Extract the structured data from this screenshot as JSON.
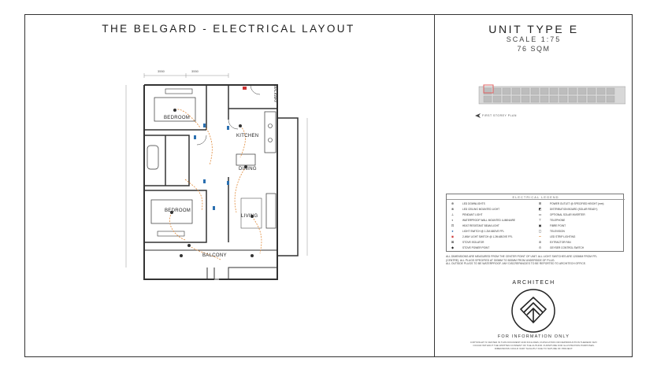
{
  "header": {
    "title": "THE BELGARD - ELECTRICAL LAYOUT",
    "unit_type": "UNIT TYPE E",
    "scale": "SCALE 1:75",
    "area": "76 SQM"
  },
  "key_plan": {
    "caption": "FIRST STOREY PLAN"
  },
  "rooms": {
    "bedroom_top": "BEDROOM",
    "kitchen": "KITCHEN",
    "dining": "DINING",
    "bedroom_bottom": "BEDROOM",
    "living": "LIVING",
    "balcony": "BALCONY",
    "walkway": "WALKWAY"
  },
  "dimensions": {
    "top_left": "3550",
    "top_right": "3550"
  },
  "legend": {
    "title": "ELECTRICAL LEGEND",
    "left": [
      {
        "symbol": "⊕",
        "label": "LED DOWNLIGHTS"
      },
      {
        "symbol": "⊗",
        "label": "LED CEILING MOUNTED LIGHT"
      },
      {
        "symbol": "⊥",
        "label": "PENDANT LIGHT"
      },
      {
        "symbol": "◐",
        "label": "WATERPROOF WALL MOUNTED LUMINAIRE"
      },
      {
        "symbol": "⊡",
        "label": "HEAT RESISTANT BEAM LIGHT"
      },
      {
        "symbol": "●",
        "label": "LIGHT SWITCH @ 1.2M ABOVE FFL"
      },
      {
        "symbol": "◉",
        "label": "2-WAY LIGHT SWITCH @ 1.2M ABOVE FFL"
      },
      {
        "symbol": "⊠",
        "label": "STOVE ISOLATOR"
      },
      {
        "symbol": "◆",
        "label": "STOVE POWER POINT"
      }
    ],
    "right": [
      {
        "symbol": "⊞",
        "label": "POWER OUTLET @ SPECIFIED HEIGHT (mm)"
      },
      {
        "symbol": "◩",
        "label": "DISTRIBUTION BOARD (SOLAR READY)"
      },
      {
        "symbol": "▭",
        "label": "OPTIONAL SOLAR INVERTER"
      },
      {
        "symbol": "⊤",
        "label": "TELEPHONE"
      },
      {
        "symbol": "▣",
        "label": "FIBRE POINT"
      },
      {
        "symbol": "▢",
        "label": "TELEVISION"
      },
      {
        "symbol": "━",
        "label": "LED STRIP LIGHTING"
      },
      {
        "symbol": "⊘",
        "label": "EXTRACTOR FAN"
      },
      {
        "symbol": "⊙",
        "label": "GEYSER CONTROL SWITCH"
      }
    ]
  },
  "notes": [
    "ALL DIMENSIONS ARE MEASURED FROM THE CENTER POINT OF UNIT. ALL LIGHT SWITCHES ARE 1200MM FROM FFL",
    "(CENTRE). ALL PLUGS SPECIFIED AT 300MM TO 500MM FROM UNDERSIDE OF PLUG.",
    "ALL OUTSIDE PLUGS TO BE WATERPROOF. ANY DISCREPANCIES TO BE REPORTED TO ARCHITECH OFFICE."
  ],
  "branding": {
    "company": "ARCHITECH",
    "info": "FOR INFORMATION ONLY",
    "copyright": [
      "COPYRIGHT IS VESTED IN THIS DOCUMENT AND INCLUDES, DUPLICATION OR REPRODUCTION THEREOF MAY",
      "OCCUR WITHOUT THE WRITTEN CONSENT OF THE AUTHOR. FURNITURE FOR ILLUSTRATION PURPOSES.",
      "DIMENSIONS COULD VARY SLIGHTLY DUE TO NATURE OF PROJECT."
    ]
  },
  "colors": {
    "wall": "#333333",
    "wiring": "#e08a3a",
    "switch": "#2a6fb0",
    "key_plan_highlight": "#e06060"
  }
}
